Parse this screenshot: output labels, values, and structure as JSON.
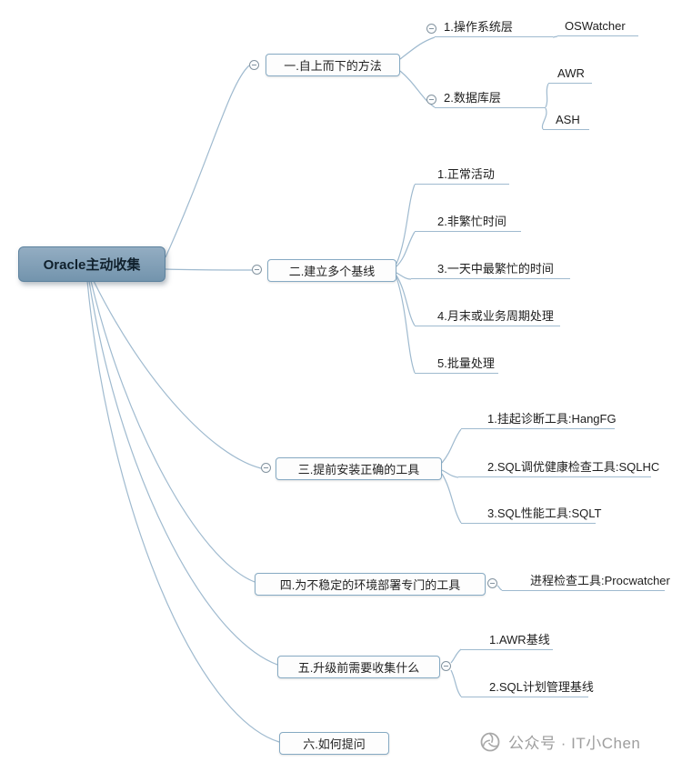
{
  "root": {
    "label": "Oracle主动收集"
  },
  "branches": [
    {
      "label": "一.自上而下的方法",
      "children": [
        {
          "label": "1.操作系统层",
          "children": [
            {
              "label": "OSWatcher"
            }
          ]
        },
        {
          "label": "2.数据库层",
          "children": [
            {
              "label": "AWR"
            },
            {
              "label": "ASH"
            }
          ]
        }
      ]
    },
    {
      "label": "二.建立多个基线",
      "children": [
        {
          "label": "1.正常活动"
        },
        {
          "label": "2.非繁忙时间"
        },
        {
          "label": "3.一天中最繁忙的时间"
        },
        {
          "label": "4.月末或业务周期处理"
        },
        {
          "label": "5.批量处理"
        }
      ]
    },
    {
      "label": "三.提前安装正确的工具",
      "children": [
        {
          "label": "1.挂起诊断工具:HangFG"
        },
        {
          "label": "2.SQL调优健康检查工具:SQLHC"
        },
        {
          "label": "3.SQL性能工具:SQLT"
        }
      ]
    },
    {
      "label": "四.为不稳定的环境部署专门的工具",
      "children": [
        {
          "label": "进程检查工具:Procwatcher"
        }
      ]
    },
    {
      "label": "五.升级前需要收集什么",
      "children": [
        {
          "label": "1.AWR基线"
        },
        {
          "label": "2.SQL计划管理基线"
        }
      ]
    },
    {
      "label": "六.如何提问",
      "children": []
    }
  ],
  "watermark": {
    "text": "公众号 · IT小Chen"
  },
  "colors": {
    "line": "#9fbacf",
    "root_fill": "#7d9cb5",
    "root_border": "#5d829e",
    "branch_border": "#86aac3",
    "watermark_gray": "#9e9e9e"
  }
}
